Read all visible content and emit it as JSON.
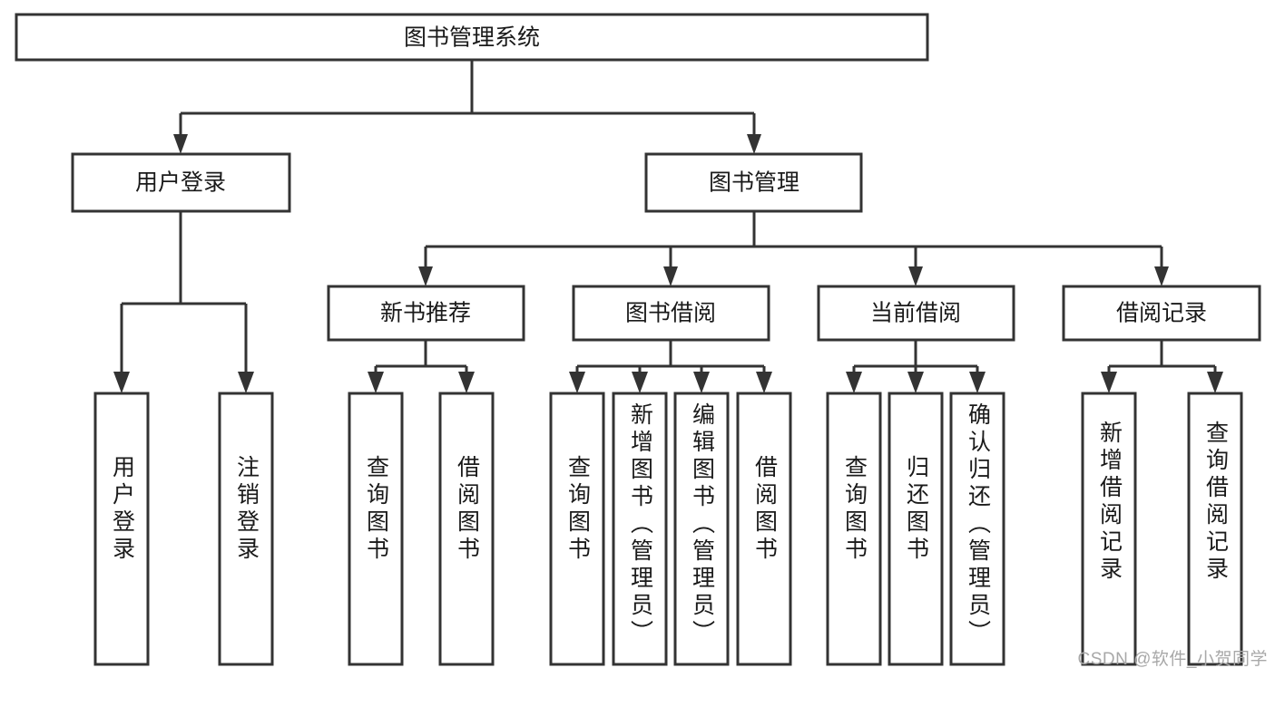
{
  "diagram": {
    "type": "tree",
    "title": "图书管理系统",
    "root": {
      "id": "root",
      "label": "图书管理系统"
    },
    "level2": [
      {
        "id": "user-login",
        "label": "用户登录"
      },
      {
        "id": "book-manage",
        "label": "图书管理"
      }
    ],
    "level3": [
      {
        "id": "new-book-rec",
        "label": "新书推荐",
        "parent": "book-manage"
      },
      {
        "id": "book-borrow",
        "label": "图书借阅",
        "parent": "book-manage"
      },
      {
        "id": "current-borrow",
        "label": "当前借阅",
        "parent": "book-manage"
      },
      {
        "id": "borrow-record",
        "label": "借阅记录",
        "parent": "book-manage"
      }
    ],
    "leaves": [
      {
        "id": "leaf-user-login",
        "label": "用户登录",
        "parent": "user-login"
      },
      {
        "id": "leaf-user-logout",
        "label": "注销登录",
        "parent": "user-login"
      },
      {
        "id": "leaf-query-book-1",
        "label": "查询图书",
        "parent": "new-book-rec"
      },
      {
        "id": "leaf-borrow-book-1",
        "label": "借阅图书",
        "parent": "new-book-rec"
      },
      {
        "id": "leaf-query-book-2",
        "label": "查询图书",
        "parent": "book-borrow"
      },
      {
        "id": "leaf-add-book",
        "label": "新增图书（管理员）",
        "parent": "book-borrow"
      },
      {
        "id": "leaf-edit-book",
        "label": "编辑图书（管理员）",
        "parent": "book-borrow"
      },
      {
        "id": "leaf-borrow-book-2",
        "label": "借阅图书",
        "parent": "book-borrow"
      },
      {
        "id": "leaf-query-book-3",
        "label": "查询图书",
        "parent": "current-borrow"
      },
      {
        "id": "leaf-return-book",
        "label": "归还图书",
        "parent": "current-borrow"
      },
      {
        "id": "leaf-confirm-return",
        "label": "确认归还（管理员）",
        "parent": "current-borrow"
      },
      {
        "id": "leaf-add-record",
        "label": "新增借阅记录",
        "parent": "borrow-record"
      },
      {
        "id": "leaf-query-record",
        "label": "查询借阅记录",
        "parent": "borrow-record"
      }
    ],
    "colors": {
      "stroke": "#333333",
      "fill": "#ffffff",
      "text": "#1a1a1a",
      "watermark": "#a8a8a8"
    }
  },
  "watermark": {
    "text": "CSDN @软件_小贺同学"
  }
}
